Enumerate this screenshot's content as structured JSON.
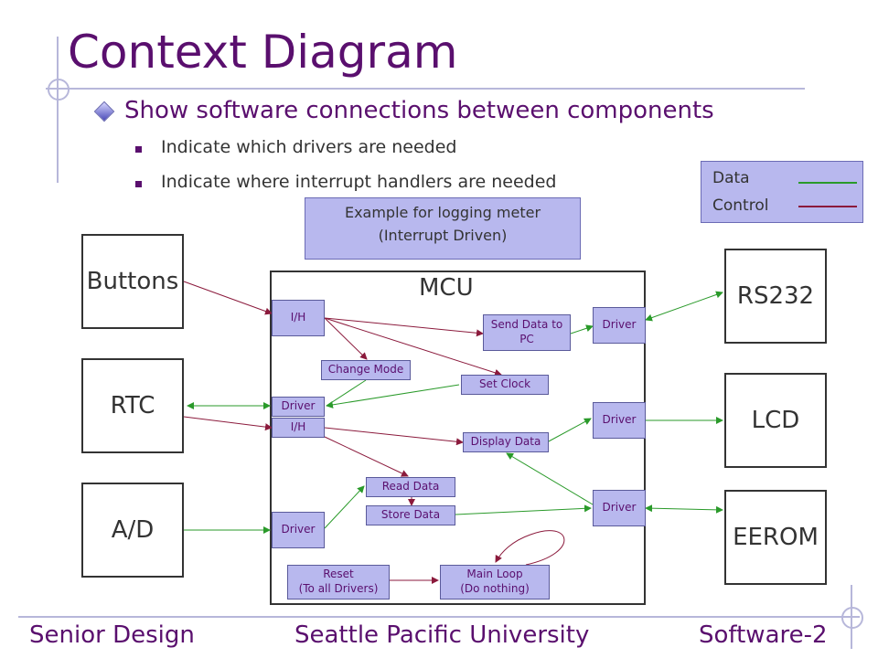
{
  "slide": {
    "title": "Context Diagram",
    "bullet": "Show software connections between components",
    "sub_bullets": [
      "Indicate which drivers are needed",
      "Indicate where interrupt handlers are needed"
    ]
  },
  "legend": {
    "data": "Data",
    "control": "Control",
    "data_color": "#2a9a2a",
    "control_color": "#8b1a3c"
  },
  "example": {
    "line1": "Example for logging meter",
    "line2": "(Interrupt Driven)"
  },
  "external": {
    "buttons": "Buttons",
    "rtc": "RTC",
    "ad": "A/D",
    "rs232": "RS232",
    "lcd": "LCD",
    "eerom": "EEROM"
  },
  "mcu": {
    "label": "MCU",
    "ih1": "I/H",
    "driver_rtc": "Driver",
    "ih2": "I/H",
    "driver_ad": "Driver",
    "change_mode": "Change Mode",
    "set_clock": "Set Clock",
    "send_data_1": "Send Data to",
    "send_data_2": "PC",
    "display_data": "Display Data",
    "read_data": "Read Data",
    "store_data": "Store Data",
    "driver_rs232": "Driver",
    "driver_lcd": "Driver",
    "driver_eerom": "Driver",
    "reset_1": "Reset",
    "reset_2": "(To all Drivers)",
    "main_1": "Main Loop",
    "main_2": "(Do nothing)"
  },
  "footer": {
    "left": "Senior Design",
    "center": "Seattle Pacific University",
    "right": "Software-2"
  }
}
